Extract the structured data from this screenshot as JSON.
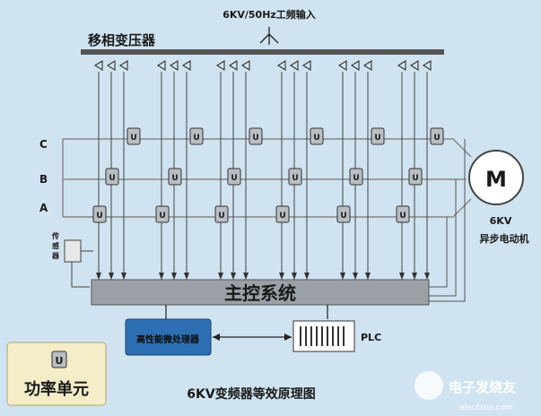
{
  "input_label": "6KV/50Hz工频输入",
  "transformer_label": "移相变压器",
  "phase_labels": [
    "C",
    "B",
    "A"
  ],
  "motor": {
    "symbol": "M",
    "voltage": "6KV",
    "type": "异步电动机"
  },
  "sensor_label": "传感器",
  "main_control_label": "主控系统",
  "energy_processor_label": "高性能微处理器",
  "plc_label": "PLC",
  "legend": {
    "symbol": "U",
    "label": "功率单元"
  },
  "caption": "6KV变频器等效原理图",
  "watermark": {
    "cn": "电子发烧友",
    "url": "elecfans.com"
  },
  "colors": {
    "background": "#cfe3f0",
    "unit_fill": "#b9bec3",
    "control_bar": "#9aa0a6",
    "processor": "#2d6fb3",
    "legend_box": "#f4edc8"
  }
}
